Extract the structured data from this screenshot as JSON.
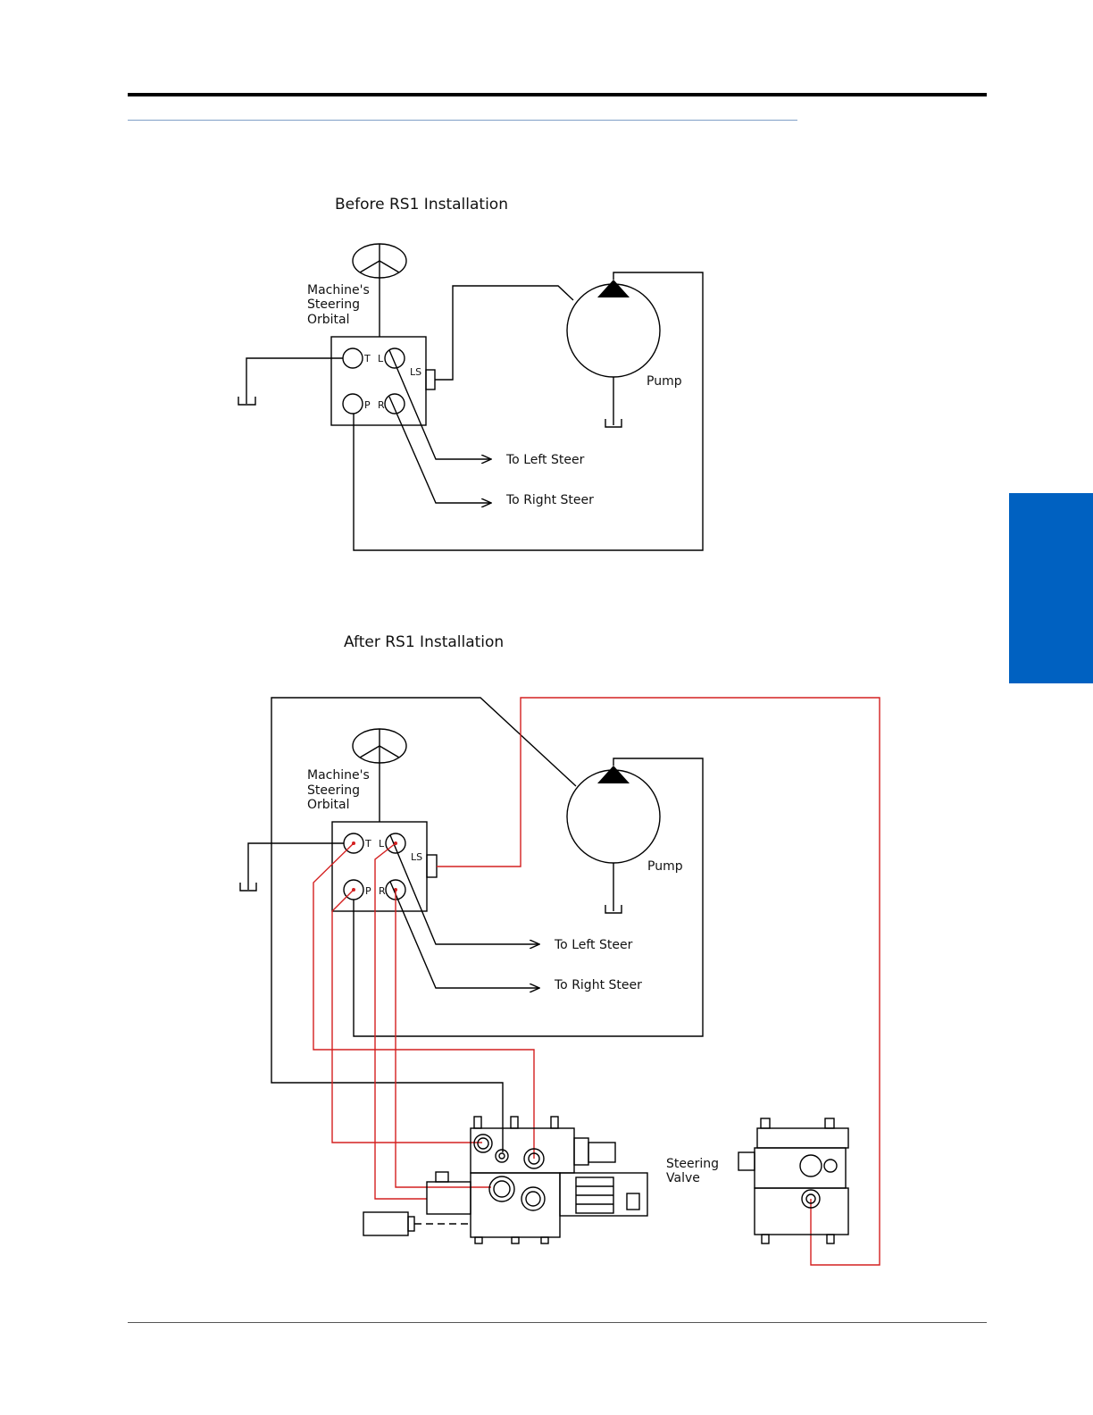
{
  "theme": {
    "tab_color": "#0061c1",
    "line_color": "#000000",
    "new_line_color": "#d42020"
  },
  "diagram_before": {
    "title": "Before RS1 Installation",
    "orbital_label": [
      "Machine's",
      "Steering",
      "Orbital"
    ],
    "ports": {
      "t": "T",
      "l": "L",
      "p": "P",
      "r": "R",
      "ls": "LS"
    },
    "pump_label": "Pump",
    "left_steer": "To Left Steer",
    "right_steer": "To Right Steer"
  },
  "diagram_after": {
    "title": "After RS1 Installation",
    "orbital_label": [
      "Machine's",
      "Steering",
      "Orbital"
    ],
    "ports": {
      "t": "T",
      "l": "L",
      "p": "P",
      "r": "R",
      "ls": "LS"
    },
    "pump_label": "Pump",
    "left_steer": "To Left Steer",
    "right_steer": "To Right Steer",
    "steering_valve_label": [
      "Steering",
      "Valve"
    ]
  }
}
